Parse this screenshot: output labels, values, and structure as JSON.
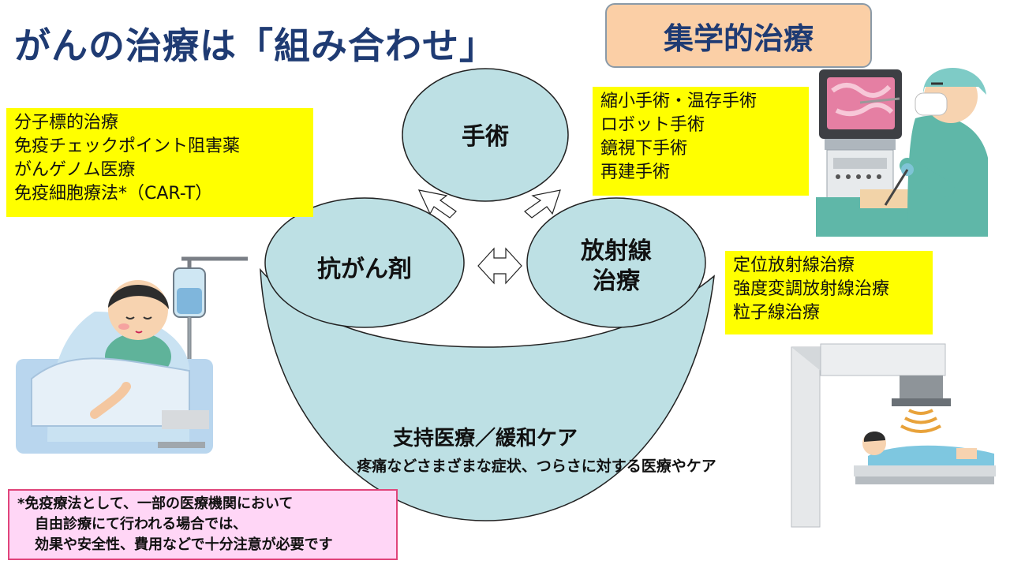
{
  "title": "がんの治療は「組み合わせ」",
  "badge": "集学的治療",
  "drug_box": [
    "分子標的治療",
    "免疫チェックポイント阻害薬",
    "がんゲノム医療",
    "免疫細胞療法*（CAR-T）"
  ],
  "surgery_box": [
    "縮小手術・温存手術",
    "ロボット手術",
    "鏡視下手術",
    "再建手術"
  ],
  "radiation_box": [
    "定位放射線治療",
    "強度変調放射線治療",
    "粒子線治療"
  ],
  "circles": {
    "surgery": "手術",
    "drug": "抗がん剤",
    "radiation_line1": "放射線",
    "radiation_line2": "治療"
  },
  "support": {
    "title": "支持医療／緩和ケア",
    "subtitle": "疼痛などさまざまな症状、つらさに対する医療やケア"
  },
  "note": [
    "*免疫療法として、一部の医療機関において",
    "自由診療にて行われる場合では、",
    "効果や安全性、費用などで十分注意が必要です"
  ],
  "colors": {
    "title": "#1f3b73",
    "circle_fill": "#bde0e4",
    "badge_fill": "#fbcfa6",
    "highlight": "#ffff00",
    "note_fill": "#ffd6f6"
  }
}
